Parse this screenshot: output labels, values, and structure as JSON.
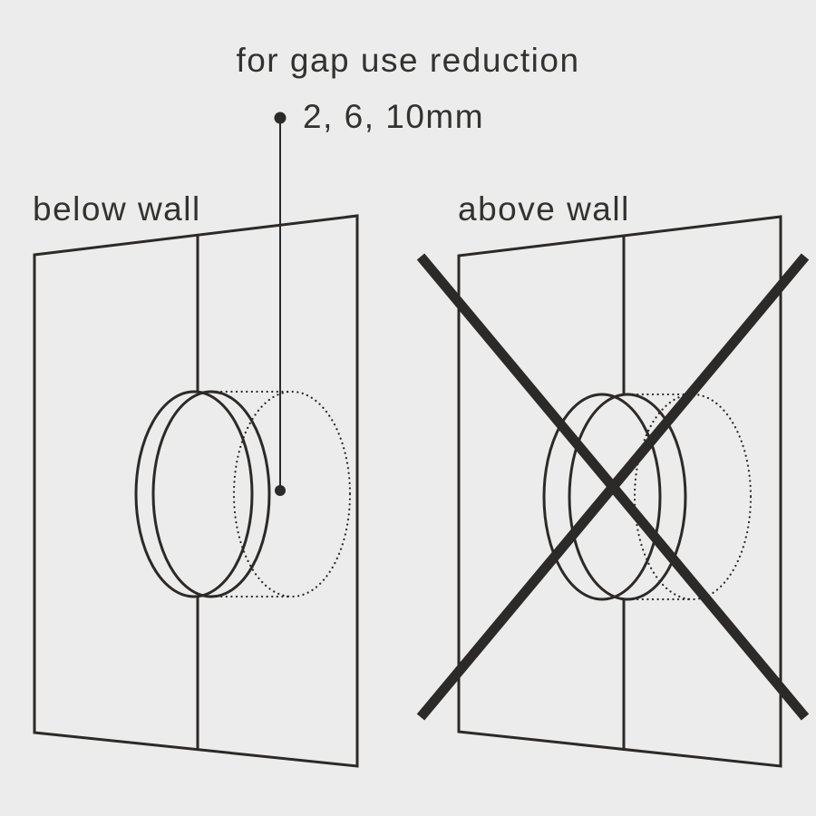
{
  "annotation": {
    "title": "for gap use reduction",
    "value": "2, 6, 10mm"
  },
  "panels": {
    "left": {
      "label": "below wall"
    },
    "right": {
      "label": "above wall"
    }
  },
  "icons": {
    "cross_mark": "diagonal-x-prohibited-lines",
    "leader_dot": "filled-circle"
  },
  "colors": {
    "background": "#ececec",
    "line": "#2b2a28",
    "text": "#323230"
  }
}
